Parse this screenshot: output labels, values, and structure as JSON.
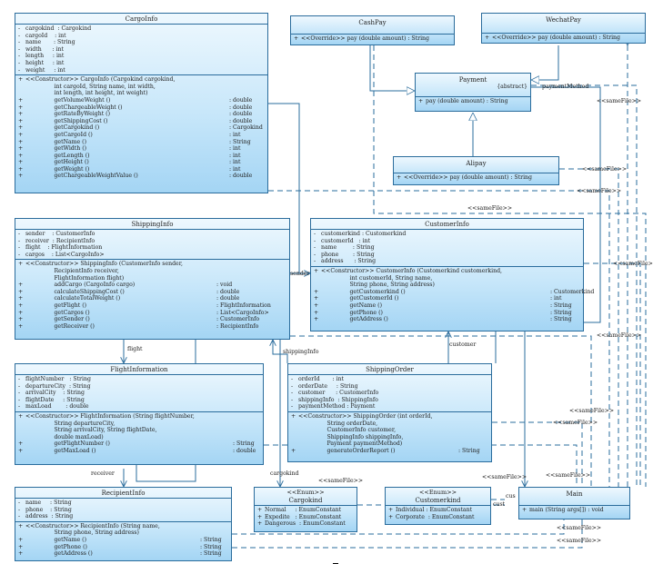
{
  "classes": {
    "cargo_info": {
      "name": "CargoInfo",
      "attributes": [
        {
          "vis": "-",
          "text": "cargokind  : Cargokind"
        },
        {
          "vis": "-",
          "text": "cargoId    : int"
        },
        {
          "vis": "-",
          "text": "name       : String"
        },
        {
          "vis": "-",
          "text": "width      : int"
        },
        {
          "vis": "-",
          "text": "length     : int"
        },
        {
          "vis": "-",
          "text": "height     : int"
        },
        {
          "vis": "-",
          "text": "weight     : int"
        }
      ],
      "operations": [
        {
          "vis": "+",
          "sig": "<<Constructor>> CargoInfo (Cargokind cargokind,\n                int cargoId, String name, int width,\n                int length, int height, int weight)",
          "ret": ""
        },
        {
          "vis": "+",
          "sig": "                getVolumeWeight ()",
          "ret": ": double"
        },
        {
          "vis": "+",
          "sig": "                getChargeableWeight ()",
          "ret": ": double"
        },
        {
          "vis": "+",
          "sig": "                getRateByWeight ()",
          "ret": ": double"
        },
        {
          "vis": "+",
          "sig": "                getShippingCost ()",
          "ret": ": double"
        },
        {
          "vis": "+",
          "sig": "                getCargokind ()",
          "ret": ": Cargokind"
        },
        {
          "vis": "+",
          "sig": "                getCargoId ()",
          "ret": ": int"
        },
        {
          "vis": "+",
          "sig": "                getName ()",
          "ret": ": String"
        },
        {
          "vis": "+",
          "sig": "                getWidth ()",
          "ret": ": int"
        },
        {
          "vis": "+",
          "sig": "                getLength ()",
          "ret": ": int"
        },
        {
          "vis": "+",
          "sig": "                getHeight ()",
          "ret": ": int"
        },
        {
          "vis": "+",
          "sig": "                getWeight ()",
          "ret": ": int"
        },
        {
          "vis": "+",
          "sig": "                getChargeableWeightValue ()",
          "ret": ": double"
        }
      ]
    },
    "cash_pay": {
      "name": "CashPay",
      "operations": [
        {
          "vis": "+",
          "sig": "<<Override>> pay (double amount) : String",
          "ret": ""
        }
      ]
    },
    "wechat_pay": {
      "name": "WechatPay",
      "operations": [
        {
          "vis": "+",
          "sig": "<<Override>> pay (double amount) : String",
          "ret": ""
        }
      ]
    },
    "payment": {
      "name": "Payment",
      "stereotype": "{abstract}",
      "operations": [
        {
          "vis": "+",
          "sig": "pay (double amount) : String",
          "ret": ""
        }
      ]
    },
    "alipay": {
      "name": "Alipay",
      "operations": [
        {
          "vis": "+",
          "sig": "<<Override>> pay (double amount) : String",
          "ret": ""
        }
      ]
    },
    "shipping_info": {
      "name": "ShippingInfo",
      "attributes": [
        {
          "vis": "-",
          "text": "sender    : CustomerInfo"
        },
        {
          "vis": "-",
          "text": "receiver  : RecipientInfo"
        },
        {
          "vis": "-",
          "text": "flight    : FlightInformation"
        },
        {
          "vis": "-",
          "text": "cargos    : List<CargoInfo>"
        }
      ],
      "operations": [
        {
          "vis": "+",
          "sig": "<<Constructor>> ShippingInfo (CustomerInfo sender,\n                RecipientInfo receiver,\n                FlightInformation flight)",
          "ret": ""
        },
        {
          "vis": "+",
          "sig": "                addCargo (CargoInfo cargo)",
          "ret": ": void"
        },
        {
          "vis": "+",
          "sig": "                calculateShippingCost ()",
          "ret": ": double"
        },
        {
          "vis": "+",
          "sig": "                calculateTotalWeight ()",
          "ret": ": double"
        },
        {
          "vis": "+",
          "sig": "                getFlight ()",
          "ret": ": FlightInformation"
        },
        {
          "vis": "+",
          "sig": "                getCargos ()",
          "ret": ": List<CargoInfo>"
        },
        {
          "vis": "+",
          "sig": "                getSender ()",
          "ret": ": CustomerInfo"
        },
        {
          "vis": "+",
          "sig": "                getReceiver ()",
          "ret": ": RecipientInfo"
        }
      ]
    },
    "customer_info": {
      "name": "CustomerInfo",
      "attributes": [
        {
          "vis": "-",
          "text": "customerkind : Customerkind"
        },
        {
          "vis": "-",
          "text": "customerId   : int"
        },
        {
          "vis": "-",
          "text": "name         : String"
        },
        {
          "vis": "-",
          "text": "phone        : String"
        },
        {
          "vis": "-",
          "text": "address      : String"
        }
      ],
      "operations": [
        {
          "vis": "+",
          "sig": "<<Constructor>> CustomerInfo (Customerkind customerkind,\n                int customerId, String name,\n                String phone, String address)",
          "ret": ""
        },
        {
          "vis": "+",
          "sig": "                getCustomerkind ()",
          "ret": ": Customerkind"
        },
        {
          "vis": "+",
          "sig": "                getCustomerId ()",
          "ret": ": int"
        },
        {
          "vis": "+",
          "sig": "                getName ()",
          "ret": ": String"
        },
        {
          "vis": "+",
          "sig": "                getPhone ()",
          "ret": ": String"
        },
        {
          "vis": "+",
          "sig": "                getAddress ()",
          "ret": ": String"
        }
      ]
    },
    "flight_information": {
      "name": "FlightInformation",
      "attributes": [
        {
          "vis": "-",
          "text": "flightNumber   : String"
        },
        {
          "vis": "-",
          "text": "departureCity  : String"
        },
        {
          "vis": "-",
          "text": "arrivalCity    : String"
        },
        {
          "vis": "-",
          "text": "flightDate     : String"
        },
        {
          "vis": "-",
          "text": "maxLoad        : double"
        }
      ],
      "operations": [
        {
          "vis": "+",
          "sig": "<<Constructor>> FlightInformation (String flightNumber,\n                String departureCity,\n                String arrivalCity, String flightDate,\n                double maxLoad)",
          "ret": ""
        },
        {
          "vis": "+",
          "sig": "                getFlightNumber ()",
          "ret": ": String"
        },
        {
          "vis": "+",
          "sig": "                getMaxLoad ()",
          "ret": ": double"
        }
      ]
    },
    "shipping_order": {
      "name": "ShippingOrder",
      "attributes": [
        {
          "vis": "-",
          "text": "orderId       : int"
        },
        {
          "vis": "-",
          "text": "orderDate     : String"
        },
        {
          "vis": "-",
          "text": "customer      : CustomerInfo"
        },
        {
          "vis": "-",
          "text": "shippingInfo  : ShippingInfo"
        },
        {
          "vis": "-",
          "text": "paymentMethod : Payment"
        }
      ],
      "operations": [
        {
          "vis": "+",
          "sig": "<<Constructor>> ShippingOrder (int orderId,\n                String orderDate,\n                CustomerInfo customer,\n                ShippingInfo shippingInfo,\n                Payment paymentMethod)",
          "ret": ""
        },
        {
          "vis": "+",
          "sig": "                generateOrderReport ()",
          "ret": ": String"
        }
      ]
    },
    "recipient_info": {
      "name": "RecipientInfo",
      "attributes": [
        {
          "vis": "-",
          "text": "name     : String"
        },
        {
          "vis": "-",
          "text": "phone    : String"
        },
        {
          "vis": "-",
          "text": "address  : String"
        }
      ],
      "operations": [
        {
          "vis": "+",
          "sig": "<<Constructor>> RecipientInfo (String name,\n                String phone, String address)",
          "ret": ""
        },
        {
          "vis": "+",
          "sig": "                getName ()",
          "ret": ": String"
        },
        {
          "vis": "+",
          "sig": "                getPhone ()",
          "ret": ": String"
        },
        {
          "vis": "+",
          "sig": "                getAddress ()",
          "ret": ": String"
        }
      ]
    },
    "cargokind": {
      "stereotype": "<<Enum>>",
      "name": "Cargokind",
      "attributes": [
        {
          "vis": "+",
          "text": "Normal     : EnumConstant"
        },
        {
          "vis": "+",
          "text": "Expedite   : EnumConstant"
        },
        {
          "vis": "+",
          "text": "Dangerous  : EnumConstant"
        }
      ]
    },
    "customerkind": {
      "stereotype": "<<Enum>>",
      "name": "Customerkind",
      "attributes": [
        {
          "vis": "+",
          "text": "Individual : EnumConstant"
        },
        {
          "vis": "+",
          "text": "Corporate  : EnumConstant"
        }
      ]
    },
    "main": {
      "name": "Main",
      "operations": [
        {
          "vis": "+",
          "sig": "main (String args[]) : void",
          "ret": ""
        }
      ]
    }
  },
  "labels": {
    "same_file": "<<sameFile>>",
    "payment_method": "paymentMethod",
    "sender": "sender",
    "flight": "flight",
    "shipping_info": "shippingInfo",
    "customer": "customer",
    "receiver": "receiver",
    "cargokind": "cargokind",
    "cus": "cus",
    "cust": "cust"
  },
  "colors": {
    "line": "#2a6c9c",
    "dashed": "#2a6c9c",
    "box_top": "#eef8fe",
    "box_bottom": "#a4d5f4"
  }
}
